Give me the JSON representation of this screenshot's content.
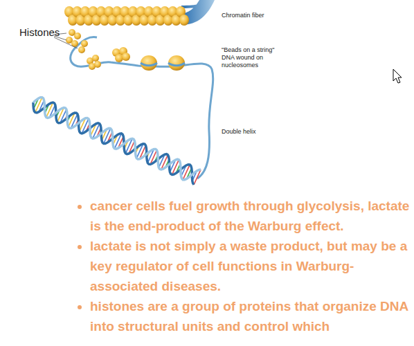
{
  "diagram": {
    "labels": [
      "Histones",
      "Chromatin fiber",
      "\"Beads on a string\" DNA wound on nucleosomes",
      "Double helix",
      "cancer cells fuel growth through glycolysis, lactate is the end-product of the Warburg effect.",
      "lactate is not simply a waste product, but may be a key regulator of cell functions in Warburg-associated diseases.",
      "histones are a group of proteins that organize DNA into structural units and control which"
    ]
  }
}
